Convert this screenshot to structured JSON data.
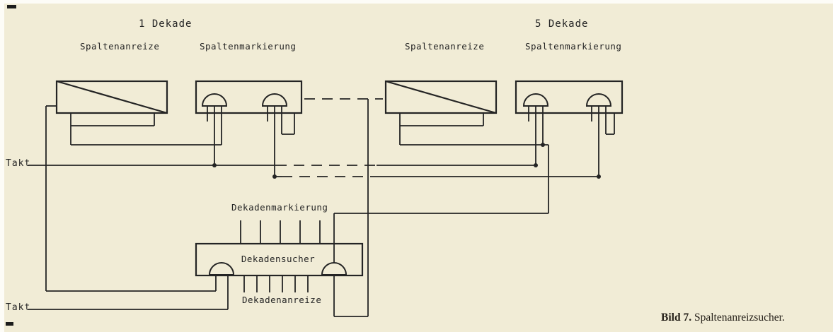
{
  "colors": {
    "paper": "#f1ecd6",
    "ink": "#242424"
  },
  "diagram": {
    "decade_1_label": "1 Dekade",
    "decade_5_label": "5 Dekade",
    "decade_1": {
      "anreize_label": "Spaltenanreize",
      "markierung_label": "Spaltenmarkierung"
    },
    "decade_5": {
      "anreize_label": "Spaltenanreize",
      "markierung_label": "Spaltenmarkierung"
    },
    "takt_top_label": "Takt",
    "takt_bottom_label": "Takt",
    "dekadenmarkierung_label": "Dekadenmarkierung",
    "dekadensucher_label": "Dekadensucher",
    "dekadenanreize_label": "Dekadenanreize"
  },
  "caption": {
    "figure": "Bild 7.",
    "title": " Spaltenanreizsucher."
  }
}
